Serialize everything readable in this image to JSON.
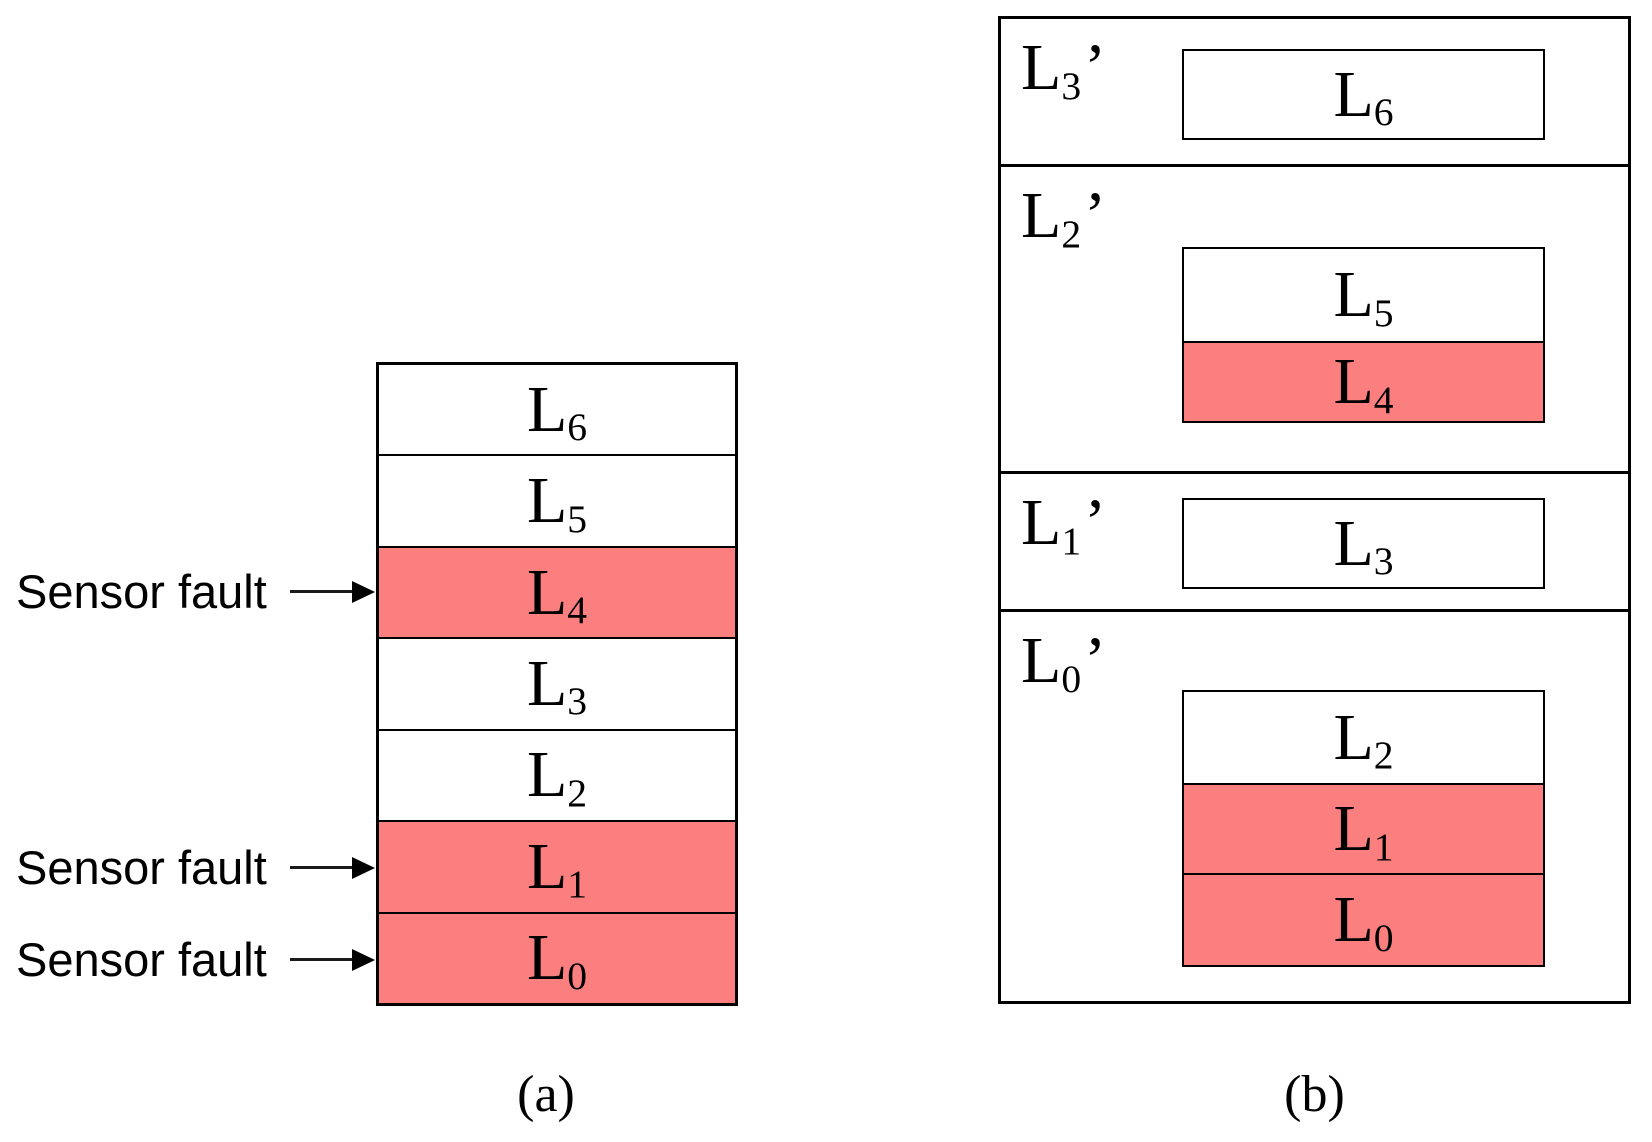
{
  "colors": {
    "fault_fill": "#FC7F7F",
    "line": "#000000"
  },
  "captions": {
    "a": "(a)",
    "b": "(b)"
  },
  "panel_a": {
    "fault_labels": [
      "Sensor fault",
      "Sensor fault",
      "Sensor fault"
    ],
    "rows": [
      {
        "name": "L",
        "sub": "6",
        "fault": false
      },
      {
        "name": "L",
        "sub": "5",
        "fault": false
      },
      {
        "name": "L",
        "sub": "4",
        "fault": true
      },
      {
        "name": "L",
        "sub": "3",
        "fault": false
      },
      {
        "name": "L",
        "sub": "2",
        "fault": false
      },
      {
        "name": "L",
        "sub": "1",
        "fault": true
      },
      {
        "name": "L",
        "sub": "0",
        "fault": true
      }
    ]
  },
  "panel_b": {
    "sections": [
      {
        "name": "L",
        "sub": "3",
        "prime": "’",
        "children": [
          {
            "name": "L",
            "sub": "6",
            "fault": false
          }
        ]
      },
      {
        "name": "L",
        "sub": "2",
        "prime": "’",
        "children": [
          {
            "name": "L",
            "sub": "5",
            "fault": false
          },
          {
            "name": "L",
            "sub": "4",
            "fault": true
          }
        ]
      },
      {
        "name": "L",
        "sub": "1",
        "prime": "’",
        "children": [
          {
            "name": "L",
            "sub": "3",
            "fault": false
          }
        ]
      },
      {
        "name": "L",
        "sub": "0",
        "prime": "’",
        "children": [
          {
            "name": "L",
            "sub": "2",
            "fault": false
          },
          {
            "name": "L",
            "sub": "1",
            "fault": true
          },
          {
            "name": "L",
            "sub": "0",
            "fault": true
          }
        ]
      }
    ]
  }
}
